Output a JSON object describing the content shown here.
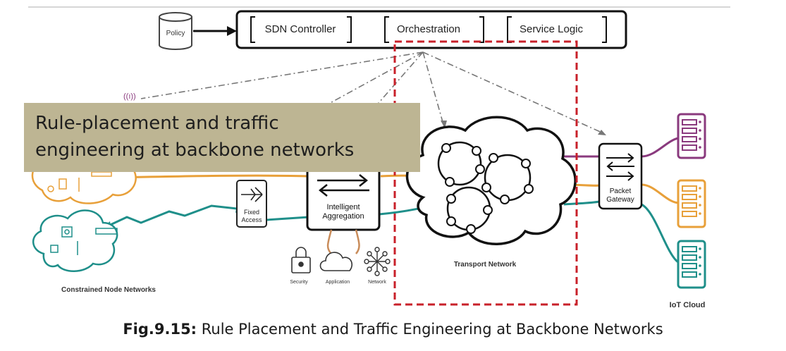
{
  "top_bar": {
    "policy_label": "Policy",
    "sdn_controller": "SDN Controller",
    "orchestration": "Orchestration",
    "service_logic": "Service Logic"
  },
  "callout": {
    "line1": "Rule-placement and traffic",
    "line2": "engineering at backbone networks"
  },
  "nodes": {
    "fixed_access_line1": "Fixed",
    "fixed_access_line2": "Access",
    "aggregation_line1": "Intelligent",
    "aggregation_line2": "Aggregation",
    "security": "Security",
    "application": "Application",
    "network": "Network",
    "transport_network": "Transport Network",
    "packet_gateway_line1": "Packet",
    "packet_gateway_line2": "Gateway",
    "constrained_node_networks": "Constrained Node Networks",
    "iot_cloud": "IoT Cloud"
  },
  "caption": {
    "prefix": "Fig.9.15:",
    "text": " Rule Placement and Traffic Engineering at Backbone Networks"
  },
  "colors": {
    "highlight_box": "#c8202a",
    "callout_bg": "#bdb593",
    "teal": "#1f8f8a",
    "orange": "#e8a03a",
    "purple": "#8a3a7e"
  }
}
